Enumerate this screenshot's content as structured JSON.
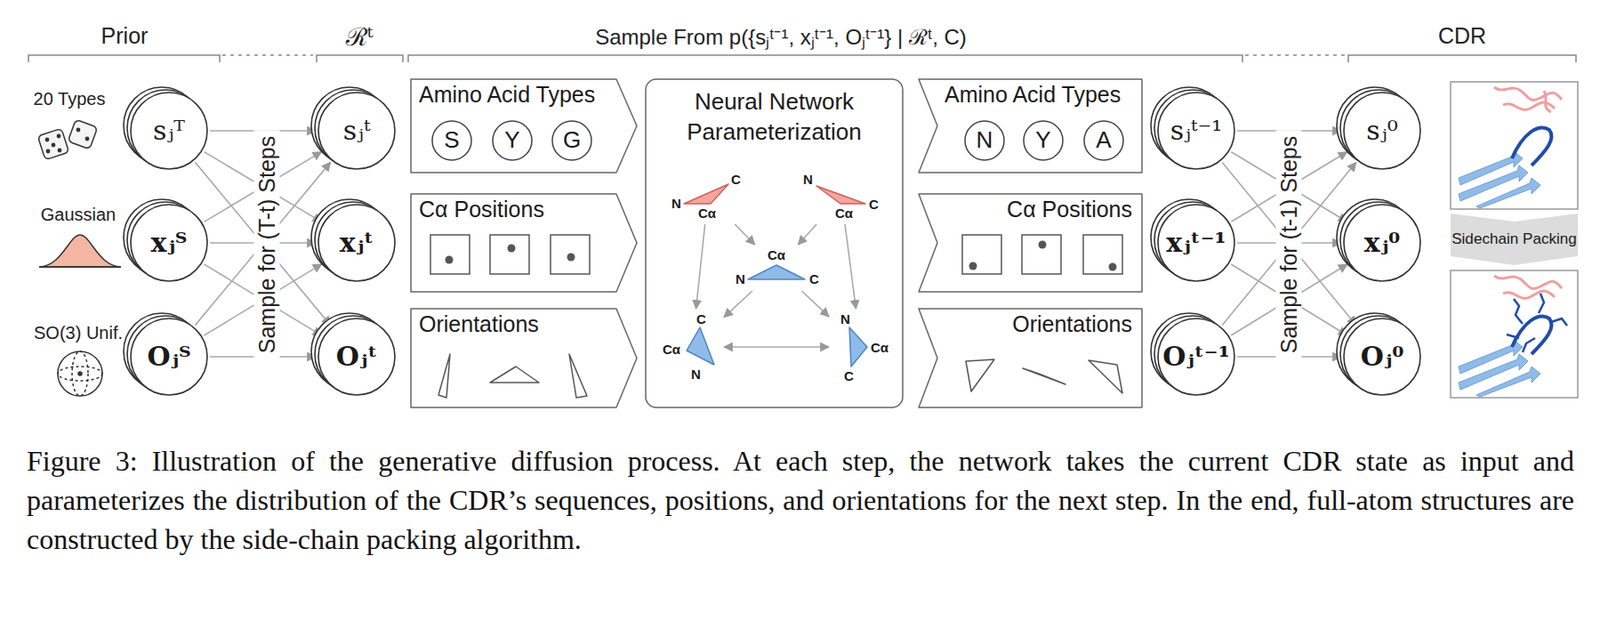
{
  "diagram": {
    "caption": "Figure 3: Illustration of the generative diffusion process. At each step, the network takes the current CDR state as input and parameterizes the distribution of the CDR’s sequences, positions, and orientations for the next step. In the end, full-atom structures are constructed by the side-chain packing algorithm.",
    "nodes": [
      {
        "text": [
          "sⱼᵀ"
        ]
      },
      {
        "text": [
          "xⱼᵀ"
        ]
      },
      {
        "text": [
          "Oⱼᵀ"
        ]
      },
      {
        "text": [
          "sⱼᵗ"
        ]
      },
      {
        "text": [
          "xⱼᵗ"
        ]
      },
      {
        "text": [
          "Oⱼᵗ"
        ]
      },
      {
        "text": [
          "Amino Acid Types"
        ]
      },
      {
        "text": [
          "S"
        ],
        "in": 6
      },
      {
        "text": [
          "Y"
        ],
        "in": 6
      },
      {
        "text": [
          "G"
        ],
        "in": 6
      },
      {
        "text": [
          "Cα Positions"
        ]
      },
      {
        "text": [
          "Orientations"
        ]
      },
      {
        "text": [
          "Neural Network Parameterization"
        ]
      },
      {
        "text": [
          "N",
          "Cα",
          "C"
        ],
        "in": 12
      },
      {
        "text": [
          "N",
          "Cα",
          "C"
        ],
        "in": 12
      },
      {
        "text": [
          "N",
          "Cα",
          "C"
        ],
        "in": 12
      },
      {
        "text": [
          "N",
          "Cα",
          "C"
        ],
        "in": 12
      },
      {
        "text": [
          "N",
          "Cα",
          "C"
        ],
        "in": 12
      },
      {
        "text": [
          "Amino Acid Types"
        ]
      },
      {
        "text": [
          "N"
        ],
        "in": 18
      },
      {
        "text": [
          "Y"
        ],
        "in": 18
      },
      {
        "text": [
          "A"
        ],
        "in": 18
      },
      {
        "text": [
          "Cα Positions"
        ]
      },
      {
        "text": [
          "Orientations"
        ]
      },
      {
        "text": [
          "sⱼᵗ⁻¹"
        ]
      },
      {
        "text": [
          "xⱼᵗ⁻¹"
        ]
      },
      {
        "text": [
          "Oⱼᵗ⁻¹"
        ]
      },
      {
        "text": [
          "sⱼ⁰"
        ]
      },
      {
        "text": [
          "xⱼ⁰"
        ]
      },
      {
        "text": [
          "Oⱼ⁰"
        ]
      },
      {
        "text": [
          "Sidechain Packing"
        ]
      }
    ],
    "edges": [
      {
        "from": 0,
        "to": 3,
        "arrow": "to"
      },
      {
        "from": 0,
        "to": 4,
        "arrow": "to"
      },
      {
        "from": 0,
        "to": 5,
        "arrow": "to"
      },
      {
        "from": 1,
        "to": 3,
        "arrow": "to"
      },
      {
        "from": 1,
        "to": 4,
        "arrow": "to"
      },
      {
        "from": 1,
        "to": 5,
        "arrow": "to"
      },
      {
        "from": 2,
        "to": 3,
        "arrow": "to"
      },
      {
        "from": 2,
        "to": 4,
        "arrow": "to"
      },
      {
        "from": 2,
        "to": 5,
        "arrow": "to"
      },
      {
        "from": 13,
        "to": 15,
        "arrow": "to"
      },
      {
        "from": 14,
        "to": 15,
        "arrow": "to"
      },
      {
        "from": 13,
        "to": 16,
        "arrow": "to"
      },
      {
        "from": 14,
        "to": 17,
        "arrow": "to"
      },
      {
        "from": 15,
        "to": 16,
        "arrow": "to"
      },
      {
        "from": 15,
        "to": 17,
        "arrow": "to"
      },
      {
        "from": 16,
        "to": 17,
        "arrow": "both"
      },
      {
        "from": 24,
        "to": 27,
        "arrow": "to"
      },
      {
        "from": 24,
        "to": 28,
        "arrow": "to"
      },
      {
        "from": 24,
        "to": 29,
        "arrow": "to"
      },
      {
        "from": 25,
        "to": 27,
        "arrow": "to"
      },
      {
        "from": 25,
        "to": 28,
        "arrow": "to"
      },
      {
        "from": 25,
        "to": 29,
        "arrow": "to"
      },
      {
        "from": 26,
        "to": 27,
        "arrow": "to"
      },
      {
        "from": 26,
        "to": 28,
        "arrow": "to"
      },
      {
        "from": 26,
        "to": 29,
        "arrow": "to"
      }
    ],
    "labels": [
      "Prior",
      "ℛᵗ",
      "Sample From p({sⱼᵗ⁻¹, xⱼᵗ⁻¹, Oⱼᵗ⁻¹} | ℛᵗ, C)",
      "CDR",
      "20 Types",
      "Gaussian",
      "SO(3) Unif.",
      "Sample for (T-t) Steps",
      "Sample for (t-1) Steps"
    ]
  }
}
